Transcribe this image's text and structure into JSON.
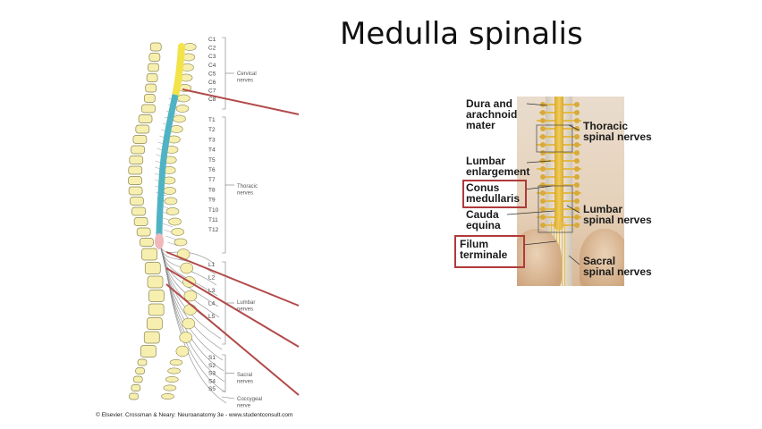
{
  "slide": {
    "title": "Medulla spinalis"
  },
  "left_diagram": {
    "segments": {
      "cervical": [
        "C1",
        "C2",
        "C3",
        "C4",
        "C5",
        "C6",
        "C7",
        "C8"
      ],
      "thoracic": [
        "T1",
        "T2",
        "T3",
        "T4",
        "T5",
        "T6",
        "T7",
        "T8",
        "T9",
        "T10",
        "T11",
        "T12"
      ],
      "lumbar": [
        "L1",
        "L2",
        "L3",
        "L4",
        "L5"
      ],
      "sacral": [
        "S1",
        "S2",
        "S3",
        "S4",
        "S5"
      ]
    },
    "groups": {
      "cervical": [
        "Cervical",
        "nerves"
      ],
      "thoracic": [
        "Thoracic",
        "nerves"
      ],
      "lumbar": [
        "Lumbar",
        "nerves"
      ],
      "sacral": [
        "Sacral",
        "nerves"
      ],
      "coccygeal": [
        "Coccygeal",
        "nerve"
      ]
    },
    "credit": "© Elsevier. Crossman & Neary: Neuroanatomy 3e - www.studentconsult.com",
    "colors": {
      "cervical_cord": "#f2e34a",
      "thoracic_cord": "#4fb3c4",
      "vertebra": "#f6efb0",
      "arrow": "#b24a4a",
      "conus": "#f0b8b8"
    }
  },
  "right_photo": {
    "labels": {
      "dura": [
        "Dura and",
        "arachnoid",
        "mater"
      ],
      "lumbar_enlargement": [
        "Lumbar",
        "enlargement"
      ],
      "conus": [
        "Conus",
        "medullaris"
      ],
      "cauda": [
        "Cauda",
        "equina"
      ],
      "filum": [
        "Filum",
        "terminale"
      ],
      "thoracic_nerves": [
        "Thoracic",
        "spinal nerves"
      ],
      "lumbar_nerves": [
        "Lumbar",
        "spinal nerves"
      ],
      "sacral_nerves": [
        "Sacral",
        "spinal nerves"
      ]
    },
    "colors": {
      "highlight_box": "#b03a3a"
    }
  }
}
